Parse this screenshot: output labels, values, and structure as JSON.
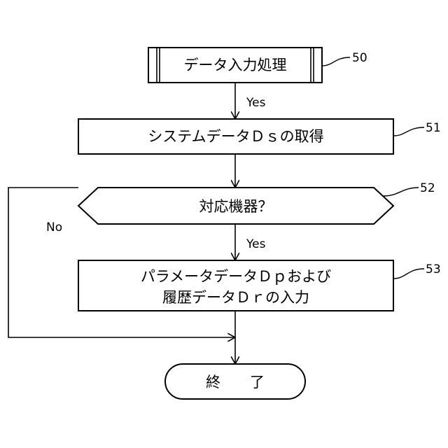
{
  "nodes": {
    "start": {
      "text": "データ入力処理",
      "ref": "50"
    },
    "step51": {
      "text": "システムデータＤｓの取得",
      "ref": "51"
    },
    "decision52": {
      "text": "対応機器？",
      "ref": "52"
    },
    "step53": {
      "line1": "パラメータデータＤｐおよび",
      "line2": "履歴データＤｒの入力",
      "ref": "53"
    },
    "end": {
      "text": "終　　了"
    }
  },
  "edges": {
    "start_to_51": "Yes",
    "decision_yes": "Yes",
    "decision_no": "No"
  }
}
